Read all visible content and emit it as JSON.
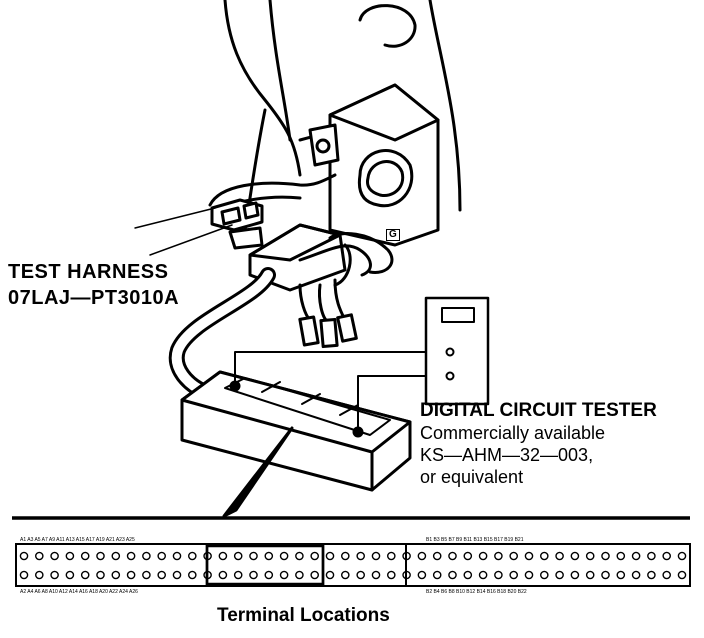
{
  "test_harness": {
    "title": "TEST HARNESS",
    "part_number": "07LAJ—PT3010A"
  },
  "tester": {
    "title": "DIGITAL CIRCUIT TESTER",
    "line1": "Commercially available",
    "line2": "KS—AHM—32—003,",
    "line3": "or equivalent"
  },
  "connector": {
    "caption": "Terminal Locations",
    "top_row_left": "A1  A3  A5  A7  A9 A11 A13 A15 A17 A19 A21 A23 A25",
    "top_row_right": "B1  B3  B5  B7  B9 B11 B13 B15 B17 B19 B21",
    "bottom_row_left": "A2  A4  A6  A8 A10 A12 A14 A16 A18 A20 A22 A24 A26",
    "bottom_row_right": "B2  B4  B6  B8 B10 B12 B14 B16 B18 B20 B22",
    "pins_per_row": 44
  },
  "ecu_marker": "G"
}
